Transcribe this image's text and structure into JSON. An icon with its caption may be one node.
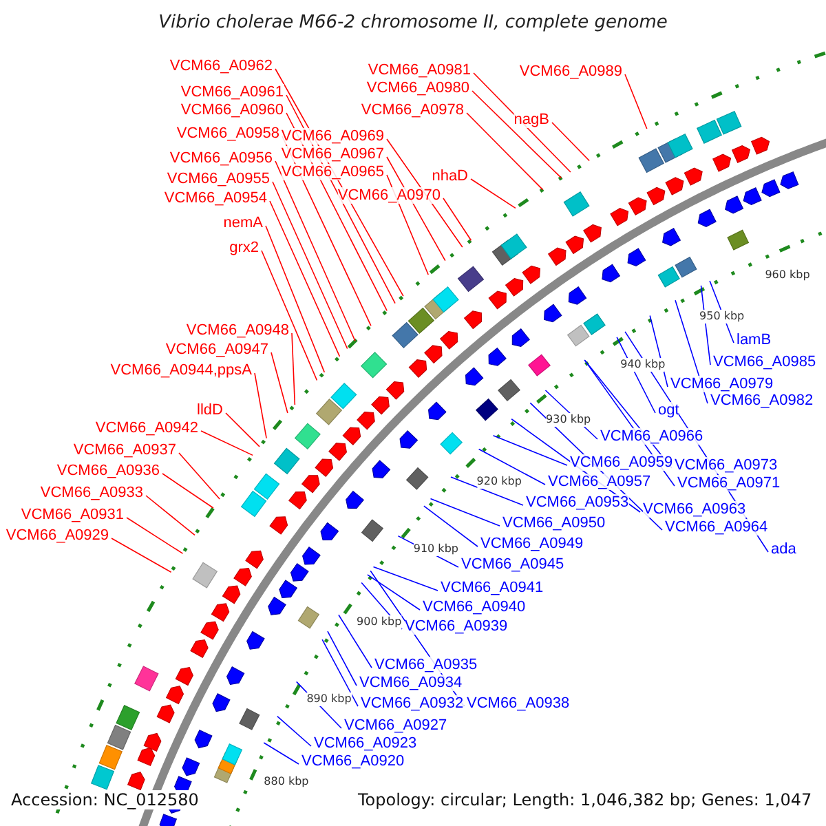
{
  "diagram": {
    "title": "Vibrio cholerae M66-2 chromosome II, complete genome",
    "nodes": [
      {
        "text": [
          "VCM66_A0962"
        ]
      },
      {
        "text": [
          "VCM66_A0961"
        ]
      },
      {
        "text": [
          "VCM66_A0960"
        ]
      },
      {
        "text": [
          "VCM66_A0958"
        ]
      },
      {
        "text": [
          "VCM66_A0956"
        ]
      },
      {
        "text": [
          "VCM66_A0955"
        ]
      },
      {
        "text": [
          "VCM66_A0954"
        ]
      },
      {
        "text": [
          "nemA"
        ]
      },
      {
        "text": [
          "grx2"
        ]
      },
      {
        "text": [
          "VCM66_A0969"
        ]
      },
      {
        "text": [
          "VCM66_A0967"
        ]
      },
      {
        "text": [
          "VCM66_A0965"
        ]
      },
      {
        "text": [
          "VCM66_A0970"
        ]
      },
      {
        "text": [
          "VCM66_A0981"
        ]
      },
      {
        "text": [
          "VCM66_A0980"
        ]
      },
      {
        "text": [
          "VCM66_A0978"
        ]
      },
      {
        "text": [
          "VCM66_A0989"
        ]
      },
      {
        "text": [
          "nagB"
        ]
      },
      {
        "text": [
          "nhaD"
        ]
      },
      {
        "text": [
          "VCM66_A0948"
        ]
      },
      {
        "text": [
          "VCM66_A0947"
        ]
      },
      {
        "text": [
          "VCM66_A0944,ppsA"
        ]
      },
      {
        "text": [
          "lldD"
        ]
      },
      {
        "text": [
          "VCM66_A0942"
        ]
      },
      {
        "text": [
          "VCM66_A0937"
        ]
      },
      {
        "text": [
          "VCM66_A0936"
        ]
      },
      {
        "text": [
          "VCM66_A0933"
        ]
      },
      {
        "text": [
          "VCM66_A0931"
        ]
      },
      {
        "text": [
          "VCM66_A0929"
        ]
      },
      {
        "text": [
          "lamB"
        ]
      },
      {
        "text": [
          "VCM66_A0985"
        ]
      },
      {
        "text": [
          "VCM66_A0979"
        ]
      },
      {
        "text": [
          "VCM66_A0982"
        ]
      },
      {
        "text": [
          "ogt"
        ]
      },
      {
        "text": [
          "VCM66_A0966"
        ]
      },
      {
        "text": [
          "VCM66_A0973"
        ]
      },
      {
        "text": [
          "VCM66_A0959"
        ]
      },
      {
        "text": [
          "VCM66_A0971"
        ]
      },
      {
        "text": [
          "VCM66_A0957"
        ]
      },
      {
        "text": [
          "VCM66_A0953"
        ]
      },
      {
        "text": [
          "VCM66_A0963"
        ]
      },
      {
        "text": [
          "VCM66_A0950"
        ]
      },
      {
        "text": [
          "VCM66_A0964"
        ]
      },
      {
        "text": [
          "VCM66_A0949"
        ]
      },
      {
        "text": [
          "ada"
        ]
      },
      {
        "text": [
          "VCM66_A0945"
        ]
      },
      {
        "text": [
          "VCM66_A0941"
        ]
      },
      {
        "text": [
          "VCM66_A0940"
        ]
      },
      {
        "text": [
          "VCM66_A0939"
        ]
      },
      {
        "text": [
          "VCM66_A0935"
        ]
      },
      {
        "text": [
          "VCM66_A0934"
        ]
      },
      {
        "text": [
          "VCM66_A0938"
        ]
      },
      {
        "text": [
          "VCM66_A0932"
        ]
      },
      {
        "text": [
          "VCM66_A0927"
        ]
      },
      {
        "text": [
          "VCM66_A0923"
        ]
      },
      {
        "text": [
          "VCM66_A0920"
        ]
      }
    ],
    "edges": [
      {
        "from": 0,
        "to": null,
        "arrow": "none"
      },
      {
        "from": 1,
        "to": null,
        "arrow": "none"
      },
      {
        "from": 2,
        "to": null,
        "arrow": "none"
      },
      {
        "from": 3,
        "to": null,
        "arrow": "none"
      },
      {
        "from": 4,
        "to": null,
        "arrow": "none"
      },
      {
        "from": 5,
        "to": null,
        "arrow": "none"
      },
      {
        "from": 6,
        "to": null,
        "arrow": "none"
      },
      {
        "from": 7,
        "to": null,
        "arrow": "none"
      },
      {
        "from": 8,
        "to": null,
        "arrow": "none"
      },
      {
        "from": 9,
        "to": null,
        "arrow": "none"
      },
      {
        "from": 10,
        "to": null,
        "arrow": "none"
      },
      {
        "from": 11,
        "to": null,
        "arrow": "none"
      },
      {
        "from": 12,
        "to": null,
        "arrow": "none"
      },
      {
        "from": 13,
        "to": null,
        "arrow": "none"
      },
      {
        "from": 14,
        "to": null,
        "arrow": "none"
      },
      {
        "from": 15,
        "to": null,
        "arrow": "none"
      },
      {
        "from": 16,
        "to": null,
        "arrow": "none"
      },
      {
        "from": 17,
        "to": null,
        "arrow": "none"
      },
      {
        "from": 18,
        "to": null,
        "arrow": "none"
      },
      {
        "from": 19,
        "to": null,
        "arrow": "none"
      },
      {
        "from": 20,
        "to": null,
        "arrow": "none"
      },
      {
        "from": 21,
        "to": null,
        "arrow": "none"
      },
      {
        "from": 22,
        "to": null,
        "arrow": "none"
      },
      {
        "from": 23,
        "to": null,
        "arrow": "none"
      },
      {
        "from": 24,
        "to": null,
        "arrow": "none"
      },
      {
        "from": 25,
        "to": null,
        "arrow": "none"
      },
      {
        "from": 26,
        "to": null,
        "arrow": "none"
      },
      {
        "from": 27,
        "to": null,
        "arrow": "none"
      },
      {
        "from": 28,
        "to": null,
        "arrow": "none"
      },
      {
        "from": 29,
        "to": null,
        "arrow": "none",
        "color": "#0000ff"
      },
      {
        "from": 30,
        "to": null,
        "arrow": "none",
        "color": "#0000ff"
      },
      {
        "from": 31,
        "to": null,
        "arrow": "none",
        "color": "#0000ff"
      },
      {
        "from": 32,
        "to": null,
        "arrow": "none",
        "color": "#0000ff"
      },
      {
        "from": 33,
        "to": null,
        "arrow": "none",
        "color": "#0000ff"
      },
      {
        "from": 34,
        "to": null,
        "arrow": "none",
        "color": "#0000ff"
      },
      {
        "from": 35,
        "to": null,
        "arrow": "none",
        "color": "#0000ff"
      },
      {
        "from": 36,
        "to": null,
        "arrow": "none",
        "color": "#0000ff"
      },
      {
        "from": 37,
        "to": null,
        "arrow": "none",
        "color": "#0000ff"
      },
      {
        "from": 38,
        "to": null,
        "arrow": "none",
        "color": "#0000ff"
      },
      {
        "from": 39,
        "to": null,
        "arrow": "none",
        "color": "#0000ff"
      },
      {
        "from": 40,
        "to": null,
        "arrow": "none",
        "color": "#0000ff"
      },
      {
        "from": 41,
        "to": null,
        "arrow": "none",
        "color": "#0000ff"
      },
      {
        "from": 42,
        "to": null,
        "arrow": "none",
        "color": "#0000ff"
      },
      {
        "from": 43,
        "to": null,
        "arrow": "none",
        "color": "#0000ff"
      },
      {
        "from": 44,
        "to": null,
        "arrow": "none",
        "color": "#0000ff"
      },
      {
        "from": 45,
        "to": null,
        "arrow": "none",
        "color": "#0000ff"
      },
      {
        "from": 46,
        "to": null,
        "arrow": "none",
        "color": "#0000ff"
      },
      {
        "from": 47,
        "to": null,
        "arrow": "none",
        "color": "#0000ff"
      },
      {
        "from": 48,
        "to": null,
        "arrow": "none",
        "color": "#0000ff"
      },
      {
        "from": 49,
        "to": null,
        "arrow": "none",
        "color": "#0000ff"
      },
      {
        "from": 50,
        "to": null,
        "arrow": "none",
        "color": "#0000ff"
      },
      {
        "from": 51,
        "to": null,
        "arrow": "none",
        "color": "#0000ff"
      },
      {
        "from": 52,
        "to": null,
        "arrow": "none",
        "color": "#0000ff"
      },
      {
        "from": 53,
        "to": null,
        "arrow": "none",
        "color": "#0000ff"
      },
      {
        "from": 54,
        "to": null,
        "arrow": "none",
        "color": "#0000ff"
      },
      {
        "from": 55,
        "to": null,
        "arrow": "none",
        "color": "#0000ff"
      }
    ],
    "labels": [
      "880 kbp",
      "890 kbp",
      "900 kbp",
      "910 kbp",
      "920 kbp",
      "930 kbp",
      "940 kbp",
      "950 kbp",
      "960 kbp",
      "Accession: NC_012580",
      "Topology: circular; Length: 1,046,382 bp; Genes: 1,047"
    ]
  }
}
